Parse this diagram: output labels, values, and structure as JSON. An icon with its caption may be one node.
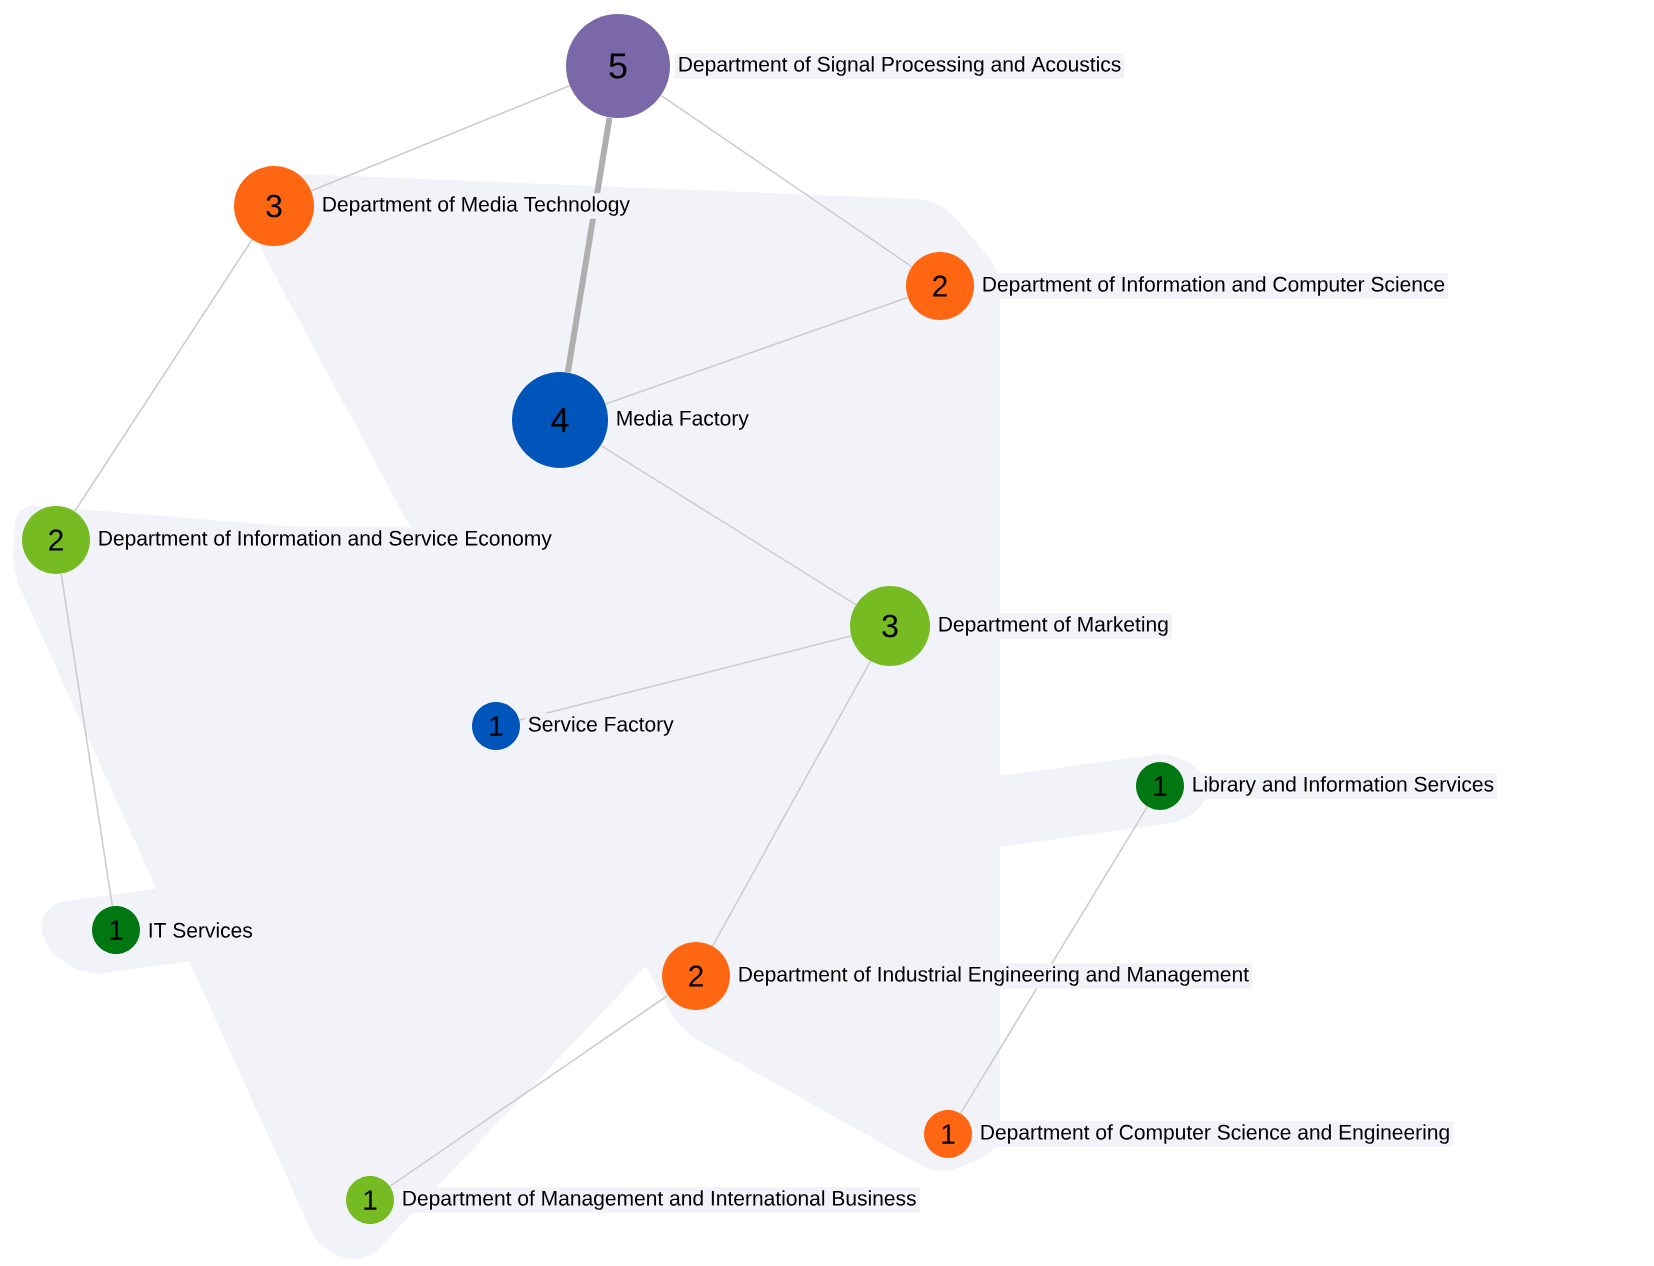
{
  "diagram": {
    "nodes": [
      {
        "text": [
          "5"
        ],
        "beside": [
          "Department of Signal Processing and Acoustics"
        ]
      },
      {
        "text": [
          "3"
        ],
        "beside": [
          "Department of Media Technology"
        ]
      },
      {
        "text": [
          "2"
        ],
        "beside": [
          "Department of Information and Computer Science"
        ]
      },
      {
        "text": [
          "4"
        ],
        "beside": [
          "Media Factory"
        ]
      },
      {
        "text": [
          "2"
        ],
        "beside": [
          "Department of Information and Service Economy"
        ]
      },
      {
        "text": [
          "3"
        ],
        "beside": [
          "Department of Marketing"
        ]
      },
      {
        "text": [
          "1"
        ],
        "beside": [
          "Service Factory"
        ]
      },
      {
        "text": [
          "1"
        ],
        "beside": [
          "Library and Information Services"
        ]
      },
      {
        "text": [
          "1"
        ],
        "beside": [
          "IT Services"
        ]
      },
      {
        "text": [
          "2"
        ],
        "beside": [
          "Department of Industrial Engineering and Management"
        ]
      },
      {
        "text": [
          "1"
        ],
        "beside": [
          "Department of Computer Science and Engineering"
        ]
      },
      {
        "text": [
          "1"
        ],
        "beside": [
          "Department of Management and International Business"
        ]
      }
    ],
    "edges": [
      {
        "from": 0,
        "to": 1,
        "arrow": "none"
      },
      {
        "from": 0,
        "to": 2,
        "arrow": "none"
      },
      {
        "from": 0,
        "to": 3,
        "arrow": "none",
        "style": "thick"
      },
      {
        "from": 1,
        "to": 4,
        "arrow": "none"
      },
      {
        "from": 2,
        "to": 3,
        "arrow": "none"
      },
      {
        "from": 3,
        "to": 5,
        "arrow": "none"
      },
      {
        "from": 4,
        "to": 8,
        "arrow": "none"
      },
      {
        "from": 5,
        "to": 6,
        "arrow": "none"
      },
      {
        "from": 5,
        "to": 9,
        "arrow": "none"
      },
      {
        "from": 9,
        "to": 11,
        "arrow": "none"
      },
      {
        "from": 7,
        "to": 10,
        "arrow": "none"
      }
    ]
  }
}
